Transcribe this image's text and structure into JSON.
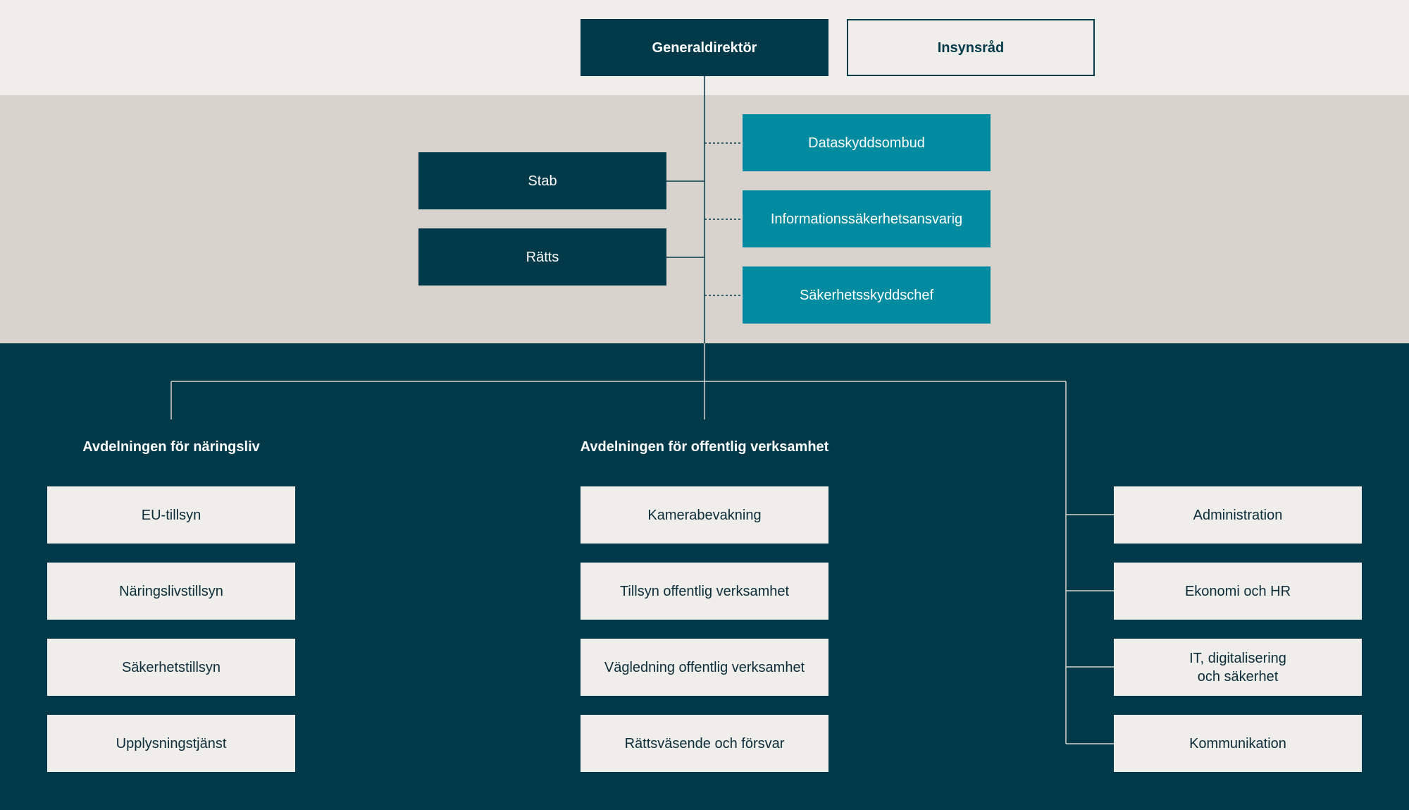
{
  "top": {
    "director": "Generaldirektör",
    "council": "Insynsråd"
  },
  "staff_units": [
    "Stab",
    "Rätts"
  ],
  "advisors": [
    "Dataskyddsombud",
    "Informationssäkerhetsansvarig",
    "Säkerhetsskyddschef"
  ],
  "departments": {
    "business": {
      "title": "Avdelningen för näringsliv",
      "units": [
        "EU-tillsyn",
        "Näringslivstillsyn",
        "Säkerhetstillsyn",
        "Upplysningstjänst"
      ]
    },
    "public": {
      "title": "Avdelningen för offentlig verksamhet",
      "units": [
        "Kamerabevakning",
        "Tillsyn offentlig verksamhet",
        "Vägledning offentlig verksamhet",
        "Rättsväsende och försvar"
      ]
    },
    "support": {
      "units": [
        "Administration",
        "Ekonomi och HR",
        "IT, digitalisering\noch säkerhet",
        "Kommunikation"
      ]
    }
  },
  "colors": {
    "navy": "#003a4a",
    "teal": "#008ba0",
    "light": "#efeeea",
    "taupe": "#d8d3cd"
  }
}
